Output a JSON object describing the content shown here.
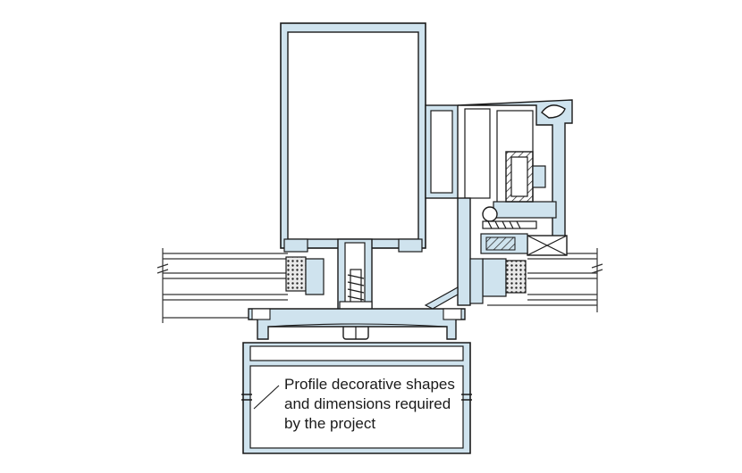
{
  "annotation": {
    "lines": [
      "Profile decorative shapes",
      "and dimensions required",
      "by the project"
    ]
  },
  "colors": {
    "profile_fill": "#cfe3ee",
    "outline": "#1a1a1a",
    "glass_line": "#333333",
    "background": "#ffffff"
  }
}
